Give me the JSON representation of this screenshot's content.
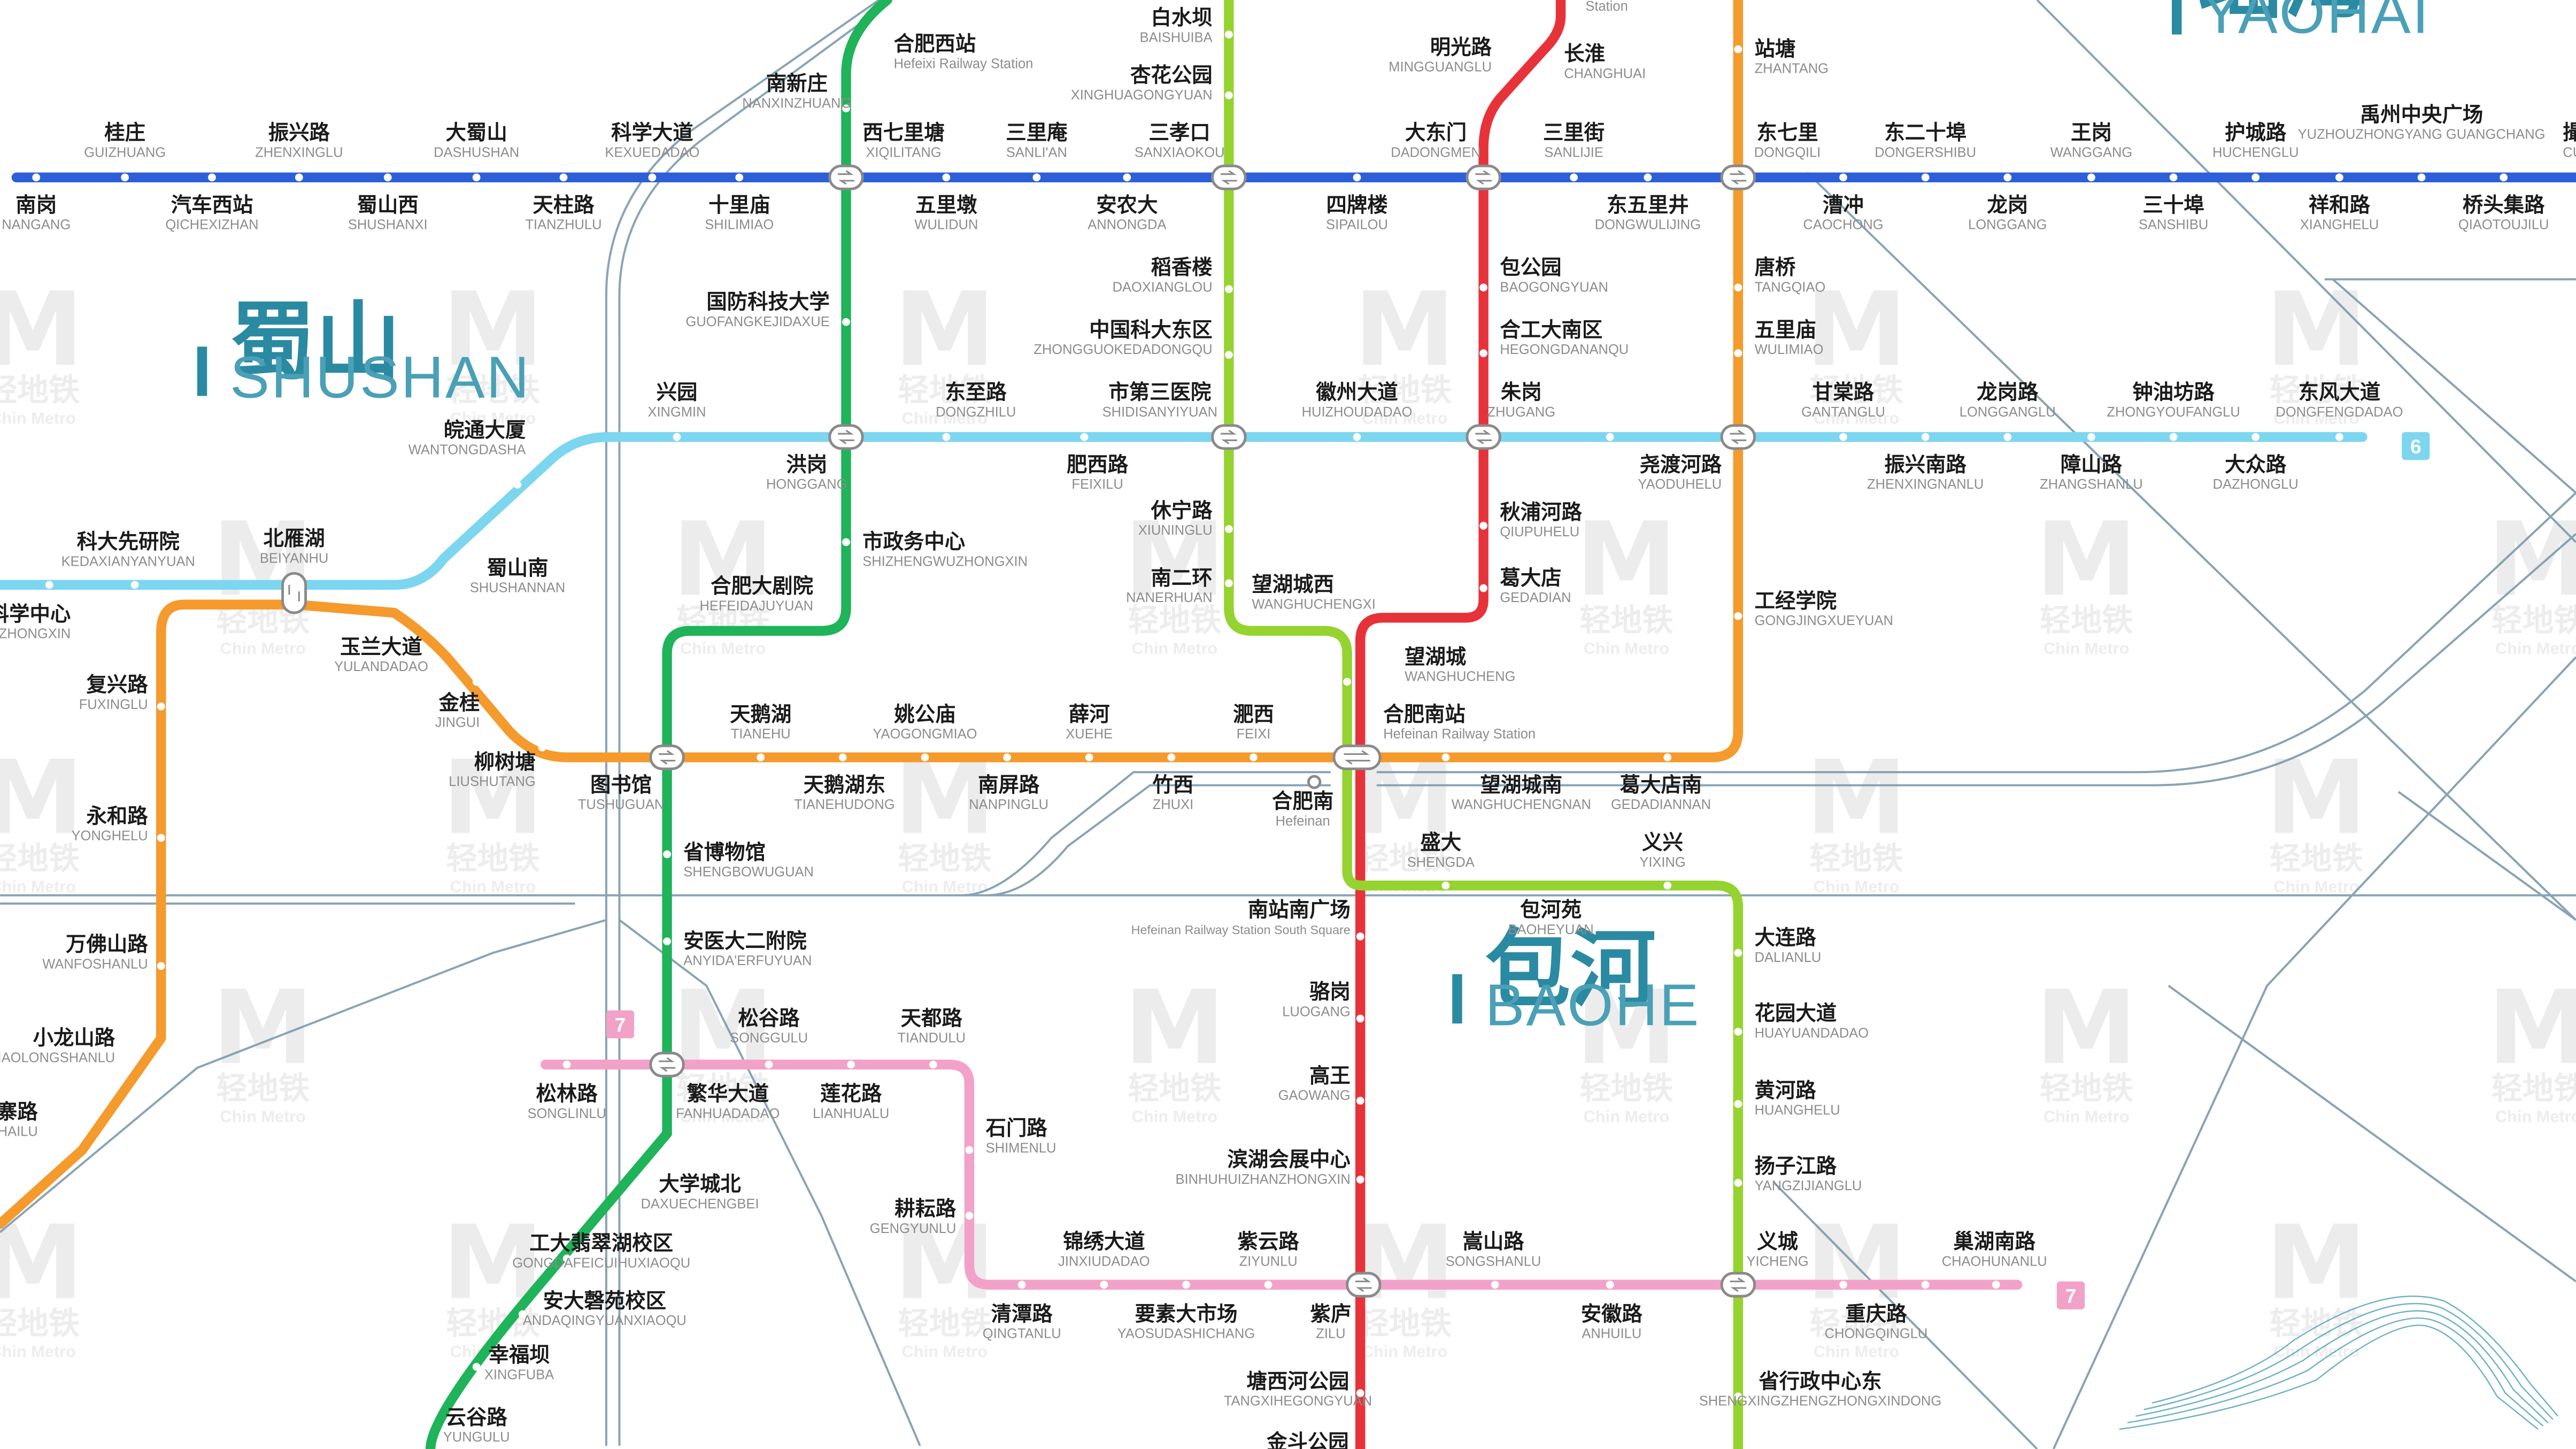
{
  "map": {
    "lines": [
      {
        "id": "1",
        "color": "#e8323a"
      },
      {
        "id": "2",
        "color": "#2d5fd8"
      },
      {
        "id": "3",
        "color": "#1fb35a"
      },
      {
        "id": "4",
        "color": "#95d330"
      },
      {
        "id": "5",
        "color": "#f59a2c"
      },
      {
        "id": "6",
        "color": "#7dd6ef"
      },
      {
        "id": "7",
        "color": "#f2a2c8"
      }
    ],
    "line_badges": [
      {
        "line": "6",
        "label": "6",
        "color": "#7dd6ef"
      },
      {
        "line": "7",
        "label": "7",
        "color": "#f2a2c8"
      },
      {
        "line": "7",
        "label": "7",
        "color": "#f2a2c8"
      }
    ],
    "districts": [
      {
        "name": "瑶海",
        "pinyin": "YAOHAI"
      },
      {
        "name": "蜀山",
        "pinyin": "SHUSHAN"
      },
      {
        "name": "包河",
        "pinyin": "BAOHE"
      }
    ],
    "watermark": {
      "letter": "M",
      "cn": "轻地铁",
      "en": "Chin Metro"
    },
    "stations": [
      {
        "name": "桂庄",
        "pinyin": "GUIZHUANG"
      },
      {
        "name": "振兴路",
        "pinyin": "ZHENXINGLU"
      },
      {
        "name": "大蜀山",
        "pinyin": "DASHUSHAN"
      },
      {
        "name": "科学大道",
        "pinyin": "KEXUEDADAO"
      },
      {
        "name": "南新庄",
        "pinyin": "NANXINZHUANG"
      },
      {
        "name": "西七里塘",
        "pinyin": "XIQILITANG"
      },
      {
        "name": "三里庵",
        "pinyin": "SANLI'AN"
      },
      {
        "name": "三孝口",
        "pinyin": "SANXIAOKOU"
      },
      {
        "name": "大东门",
        "pinyin": "DADONGMEN"
      },
      {
        "name": "三里街",
        "pinyin": "SANLIJIE"
      },
      {
        "name": "东七里",
        "pinyin": "DONGQILI"
      },
      {
        "name": "东二十埠",
        "pinyin": "DONGERSHIBU"
      },
      {
        "name": "王岗",
        "pinyin": "WANGGANG"
      },
      {
        "name": "护城路",
        "pinyin": "HUCHENGLU"
      },
      {
        "name": "禹州中央广场",
        "pinyin": "YUZHOUZHONGYANG GUANGCHANG"
      },
      {
        "name": "撮",
        "pinyin": "CUO"
      },
      {
        "name": "南岗",
        "pinyin": "NANGANG"
      },
      {
        "name": "汽车西站",
        "pinyin": "QICHEXIZHAN"
      },
      {
        "name": "蜀山西",
        "pinyin": "SHUSHANXI"
      },
      {
        "name": "天柱路",
        "pinyin": "TIANZHULU"
      },
      {
        "name": "十里庙",
        "pinyin": "SHILIMIAO"
      },
      {
        "name": "五里墩",
        "pinyin": "WULIDUN"
      },
      {
        "name": "安农大",
        "pinyin": "ANNONGDA"
      },
      {
        "name": "四牌楼",
        "pinyin": "SIPAILOU"
      },
      {
        "name": "东五里井",
        "pinyin": "DONGWULIJING"
      },
      {
        "name": "漕冲",
        "pinyin": "CAOCHONG"
      },
      {
        "name": "龙岗",
        "pinyin": "LONGGANG"
      },
      {
        "name": "三十埠",
        "pinyin": "SANSHIBU"
      },
      {
        "name": "祥和路",
        "pinyin": "XIANGHELU"
      },
      {
        "name": "桥头集路",
        "pinyin": "QIAOTOUJILU"
      },
      {
        "name": "合肥西站",
        "pinyin": "Hefeixi Railway Station"
      },
      {
        "name": "白水坝",
        "pinyin": "BAISHUIBA"
      },
      {
        "name": "杏花公园",
        "pinyin": "XINGHUAGONGYUAN"
      },
      {
        "name": "明光路",
        "pinyin": "MINGGUANGLU"
      },
      {
        "name": "长淮",
        "pinyin": "CHANGHUAI"
      },
      {
        "name": "站塘",
        "pinyin": "ZHANTANG"
      },
      {
        "name": "稻香楼",
        "pinyin": "DAOXIANGLOU"
      },
      {
        "name": "中国科大东区",
        "pinyin": "ZHONGGUOKEDADONGQU"
      },
      {
        "name": "包公园",
        "pinyin": "BAOGONGYUAN"
      },
      {
        "name": "合工大南区",
        "pinyin": "HEGONGDANANQU"
      },
      {
        "name": "唐桥",
        "pinyin": "TANGQIAO"
      },
      {
        "name": "五里庙",
        "pinyin": "WULIMIAO"
      },
      {
        "name": "国防科技大学",
        "pinyin": "GUOFANGKEJIDAXUE"
      },
      {
        "name": "兴园",
        "pinyin": "XINGMIN"
      },
      {
        "name": "东至路",
        "pinyin": "DONGZHILU"
      },
      {
        "name": "市第三医院",
        "pinyin": "SHIDISANYIYUAN"
      },
      {
        "name": "徽州大道",
        "pinyin": "HUIZHOUDADAO"
      },
      {
        "name": "朱岗",
        "pinyin": "ZHUGANG"
      },
      {
        "name": "甘棠路",
        "pinyin": "GANTANGLU"
      },
      {
        "name": "龙岗路",
        "pinyin": "LONGGANGLU"
      },
      {
        "name": "钟油坊路",
        "pinyin": "ZHONGYOUFANGLU"
      },
      {
        "name": "东风大道",
        "pinyin": "DONGFENGDADAO"
      },
      {
        "name": "皖通大厦",
        "pinyin": "WANTONGDASHA"
      },
      {
        "name": "洪岗",
        "pinyin": "HONGGANG"
      },
      {
        "name": "肥西路",
        "pinyin": "FEIXILU"
      },
      {
        "name": "尧渡河路",
        "pinyin": "YAODUHELU"
      },
      {
        "name": "振兴南路",
        "pinyin": "ZHENXINGNANLU"
      },
      {
        "name": "障山路",
        "pinyin": "ZHANGSHANLU"
      },
      {
        "name": "大众路",
        "pinyin": "DAZHONGLU"
      },
      {
        "name": "休宁路",
        "pinyin": "XIUNINGLU"
      },
      {
        "name": "秋浦河路",
        "pinyin": "QIUPUHELU"
      },
      {
        "name": "科大先研院",
        "pinyin": "KEDAXIANYANYUAN"
      },
      {
        "name": "北雁湖",
        "pinyin": "BEIYANHU"
      },
      {
        "name": "蜀山南",
        "pinyin": "SHUSHANNAN"
      },
      {
        "name": "市政务中心",
        "pinyin": "SHIZHENGWUZHONGXIN"
      },
      {
        "name": "南二环",
        "pinyin": "NANERHUAN"
      },
      {
        "name": "望湖城西",
        "pinyin": "WANGHUCHENGXI"
      },
      {
        "name": "葛大店",
        "pinyin": "GEDADIAN"
      },
      {
        "name": "合肥大剧院",
        "pinyin": "HEFEIDAJUYUAN"
      },
      {
        "name": "工经学院",
        "pinyin": "GONGJINGXUEYUAN"
      },
      {
        "name": "科学中心",
        "pinyin": "KEXUEZHONGXIN"
      },
      {
        "name": "玉兰大道",
        "pinyin": "YULANDADAO"
      },
      {
        "name": "望湖城",
        "pinyin": "WANGHUCHENG"
      },
      {
        "name": "复兴路",
        "pinyin": "FUXINGLU"
      },
      {
        "name": "金桂",
        "pinyin": "JINGUI"
      },
      {
        "name": "天鹅湖",
        "pinyin": "TIANEHU"
      },
      {
        "name": "姚公庙",
        "pinyin": "YAOGONGMIAO"
      },
      {
        "name": "薛河",
        "pinyin": "XUEHE"
      },
      {
        "name": "淝西",
        "pinyin": "FEIXI"
      },
      {
        "name": "合肥南站",
        "pinyin": "Hefeinan Railway Station"
      },
      {
        "name": "柳树塘",
        "pinyin": "LIUSHUTANG"
      },
      {
        "name": "图书馆",
        "pinyin": "TUSHUGUAN"
      },
      {
        "name": "天鹅湖东",
        "pinyin": "TIANEHUDONG"
      },
      {
        "name": "南屏路",
        "pinyin": "NANPINGLU"
      },
      {
        "name": "竹西",
        "pinyin": "ZHUXI"
      },
      {
        "name": "合肥南",
        "pinyin": "Hefeinan"
      },
      {
        "name": "望湖城南",
        "pinyin": "WANGHUCHENGNAN"
      },
      {
        "name": "葛大店南",
        "pinyin": "GEDADIANNAN"
      },
      {
        "name": "永和路",
        "pinyin": "YONGHELU"
      },
      {
        "name": "省博物馆",
        "pinyin": "SHENGBOWUGUAN"
      },
      {
        "name": "盛大",
        "pinyin": "SHENGDA"
      },
      {
        "name": "义兴",
        "pinyin": "YIXING"
      },
      {
        "name": "南站南广场",
        "pinyin": "Hefeinan Railway Station South Square"
      },
      {
        "name": "包河苑",
        "pinyin": "BAOHEYUAN"
      },
      {
        "name": "大连路",
        "pinyin": "DALIANLU"
      },
      {
        "name": "万佛山路",
        "pinyin": "WANFOSHANLU"
      },
      {
        "name": "安医大二附院",
        "pinyin": "ANYIDA'ERFUYUAN"
      },
      {
        "name": "骆岗",
        "pinyin": "LUOGANG"
      },
      {
        "name": "花园大道",
        "pinyin": "HUAYUANDADAO"
      },
      {
        "name": "小龙山路",
        "pinyin": "XIAOLONGSHANLU"
      },
      {
        "name": "松谷路",
        "pinyin": "SONGGULU"
      },
      {
        "name": "天都路",
        "pinyin": "TIANDULU"
      },
      {
        "name": "高王",
        "pinyin": "GAOWANG"
      },
      {
        "name": "黄河路",
        "pinyin": "HUANGHELU"
      },
      {
        "name": "寨路",
        "pinyin": "ZHAILU"
      },
      {
        "name": "松林路",
        "pinyin": "SONGLINLU"
      },
      {
        "name": "繁华大道",
        "pinyin": "FANHUADADAO"
      },
      {
        "name": "莲花路",
        "pinyin": "LIANHUALU"
      },
      {
        "name": "石门路",
        "pinyin": "SHIMENLU"
      },
      {
        "name": "滨湖会展中心",
        "pinyin": "BINHUHUIZHANZHONGXIN"
      },
      {
        "name": "扬子江路",
        "pinyin": "YANGZIJIANGLU"
      },
      {
        "name": "大学城北",
        "pinyin": "DAXUECHENGBEI"
      },
      {
        "name": "耕耘路",
        "pinyin": "GENGYUNLU"
      },
      {
        "name": "工大翡翠湖校区",
        "pinyin": "GONGDAFEICUIHUXIAOQU"
      },
      {
        "name": "锦绣大道",
        "pinyin": "JINXIUDADAO"
      },
      {
        "name": "紫云路",
        "pinyin": "ZIYUNLU"
      },
      {
        "name": "嵩山路",
        "pinyin": "SONGSHANLU"
      },
      {
        "name": "义城",
        "pinyin": "YICHENG"
      },
      {
        "name": "巢湖南路",
        "pinyin": "CHAOHUNANLU"
      },
      {
        "name": "安大磬苑校区",
        "pinyin": "ANDAQINGYUANXIAOQU"
      },
      {
        "name": "清潭路",
        "pinyin": "QINGTANLU"
      },
      {
        "name": "要素大市场",
        "pinyin": "YAOSUDASHICHANG"
      },
      {
        "name": "紫庐",
        "pinyin": "ZILU"
      },
      {
        "name": "安徽路",
        "pinyin": "ANHUILU"
      },
      {
        "name": "重庆路",
        "pinyin": "CHONGQINGLU"
      },
      {
        "name": "幸福坝",
        "pinyin": "XINGFUBA"
      },
      {
        "name": "塘西河公园",
        "pinyin": "TANGXIHEGONGYUAN"
      },
      {
        "name": "省行政中心东",
        "pinyin": "SHENGXINGZHENGZHONGXINDONG"
      },
      {
        "name": "云谷路",
        "pinyin": "YUNGULU"
      },
      {
        "name": "金斗公园",
        "pinyin": ""
      },
      {
        "name": "",
        "pinyin": "Station"
      }
    ]
  }
}
